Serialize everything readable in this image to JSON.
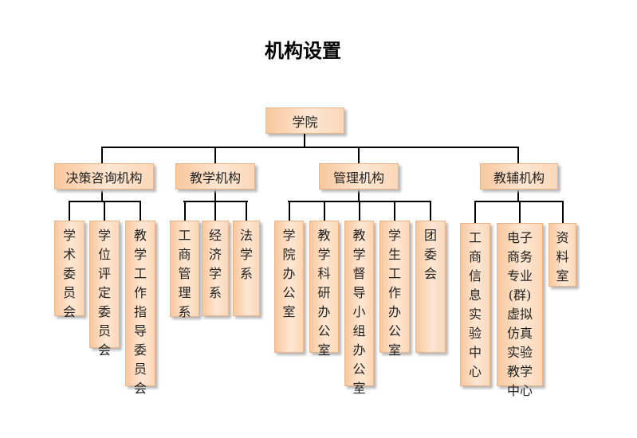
{
  "title": "机构设置",
  "root": "学院",
  "groups": [
    {
      "label": "决策咨询机构",
      "children": [
        "学\n术\n委\n员\n会",
        "学\n位\n评\n定\n委\n员\n会",
        "教\n学\n工\n作\n指\n导\n委\n员\n会"
      ]
    },
    {
      "label": "教学机构",
      "children": [
        "工\n商\n管\n理\n系",
        "经\n济\n学\n系",
        "法\n学\n系"
      ]
    },
    {
      "label": "管理机构",
      "children": [
        "学\n院\n办\n公\n室",
        "教\n学\n科\n研\n办\n公\n室",
        "教\n学\n督\n导\n小\n组\n办\n公\n室",
        "学\n生\n工\n作\n办\n公\n室",
        "团\n委\n会"
      ]
    },
    {
      "label": "教辅机构",
      "children": [
        "工\n商\n信\n息\n实\n验\n中\n心",
        "电子\n商务\n专业\n(群)\n虚拟\n仿真\n实验\n教学\n中心",
        "资\n料\n室"
      ]
    }
  ]
}
